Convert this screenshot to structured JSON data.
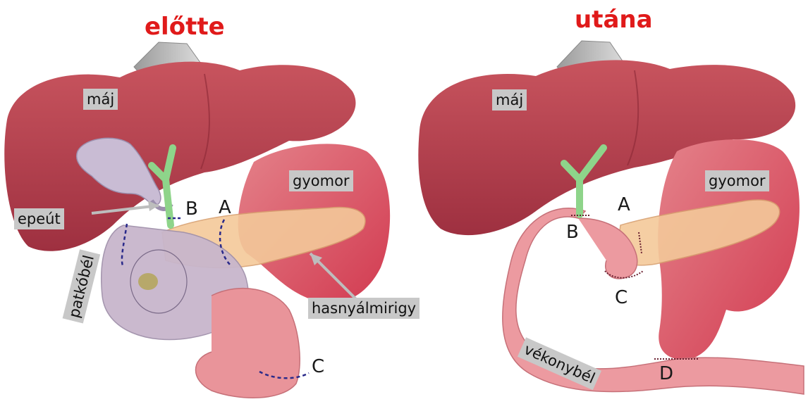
{
  "titles": {
    "before": "előtte",
    "after": "utána"
  },
  "before": {
    "liver": "máj",
    "stomach": "gyomor",
    "bile_duct": "epeút",
    "duodenum": "patkóbél",
    "pancreas": "hasnyálmirigy",
    "points": [
      "A",
      "B",
      "C"
    ]
  },
  "after": {
    "liver": "máj",
    "stomach": "gyomor",
    "small_intestine": "vékonybél",
    "points": [
      "A",
      "B",
      "C",
      "D"
    ]
  }
}
